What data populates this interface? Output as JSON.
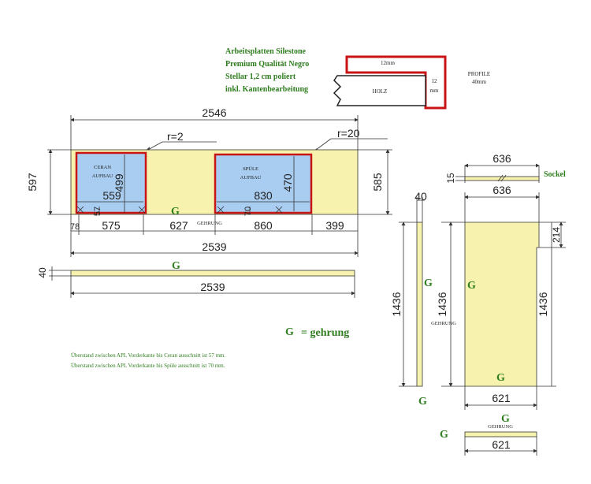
{
  "header": {
    "title_lines": [
      "Arbeitsplatten Silestone",
      "Premium Qualität Negro",
      "Stellar 1,2 cm poliert",
      "inkl. Kantenbearbeitung"
    ]
  },
  "profile": {
    "top_label": "12mm",
    "core_label": "HOLZ",
    "side_label_1": "12",
    "side_label_2": "mm",
    "title_1": "PROFILE",
    "title_2": "40mm"
  },
  "main_top": {
    "width": "2546",
    "depth_left": "597",
    "depth_right": "585",
    "radius_left": "r=2",
    "radius_right": "r=20",
    "cutout_ceran": {
      "label_1": "CERAN",
      "label_2": "AUFBAU",
      "width": "559",
      "height": "499",
      "offset": "57"
    },
    "cutout_spuele": {
      "label_1": "SPÜLE",
      "label_2": "AUFBAU",
      "width": "830",
      "height": "470",
      "offset": "70"
    },
    "g_marker": "G",
    "gehrung_label": "GEHRUNG",
    "segments": [
      "78",
      "575",
      "627",
      "860",
      "399"
    ],
    "total_below": "2539"
  },
  "front_strip": {
    "thickness": "40",
    "g_marker": "G",
    "length": "2539"
  },
  "legend": {
    "symbol": "G",
    "text": "= gehrung"
  },
  "notes": [
    "Überstand zwischen APL Vorderkante bis Ceran ausschnitt ist 57 mm.",
    "Überstand zwischen APL Vorderkante bis Spüle ausschnitt ist 70 mm."
  ],
  "right_parts": {
    "sockel_width": "636",
    "sockel_height": "15",
    "sockel_label": "Sockel",
    "panel_width_top": "636",
    "panel_height": "1436",
    "panel_notch": "214",
    "panel_bottom_width": "621",
    "strip_width": "40",
    "strip_height": "1436",
    "mid_height": "1436",
    "gehrung_label": "GEHRUNG",
    "g_marker": "G",
    "bottom_strip_width": "621",
    "bottom_gehrung": "GEHRUNG"
  },
  "colors": {
    "panel": "#f7f3ae",
    "cutout": "#a9cdf1",
    "red": "#c81414",
    "green": "#2e7d1e"
  }
}
